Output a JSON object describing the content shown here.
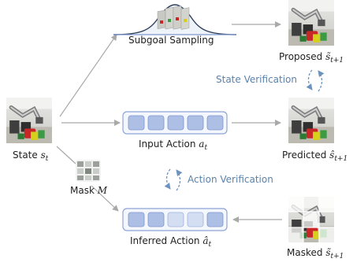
{
  "labels": {
    "subgoal": "Subgoal Sampling",
    "proposed": "Proposed",
    "proposed_sym": "s̃",
    "proposed_sub": "t+1",
    "state_verification": "State Verification",
    "state": "State",
    "state_sym": "s",
    "state_sub": "t",
    "input_action": "Input Action",
    "input_action_sym": "a",
    "input_action_sub": "t",
    "predicted": "Predicted",
    "predicted_sym": "ŝ",
    "predicted_sub": "t+1",
    "mask": "Mask",
    "mask_sym": "M",
    "action_verification": "Action Verification",
    "inferred_action": "Inferred Action",
    "inferred_sym": "â",
    "inferred_sub": "t",
    "masked": "Masked",
    "masked_sym": "s̃",
    "masked_sub": "t+1"
  },
  "colors": {
    "arrow": "#a9a9a9",
    "verification": "#5b82ab",
    "token_fill": "#aebfe6",
    "token_fill_light": "#d3def3",
    "token_stroke": "#7e96cf",
    "bar_stroke": "#8ea4d6"
  }
}
